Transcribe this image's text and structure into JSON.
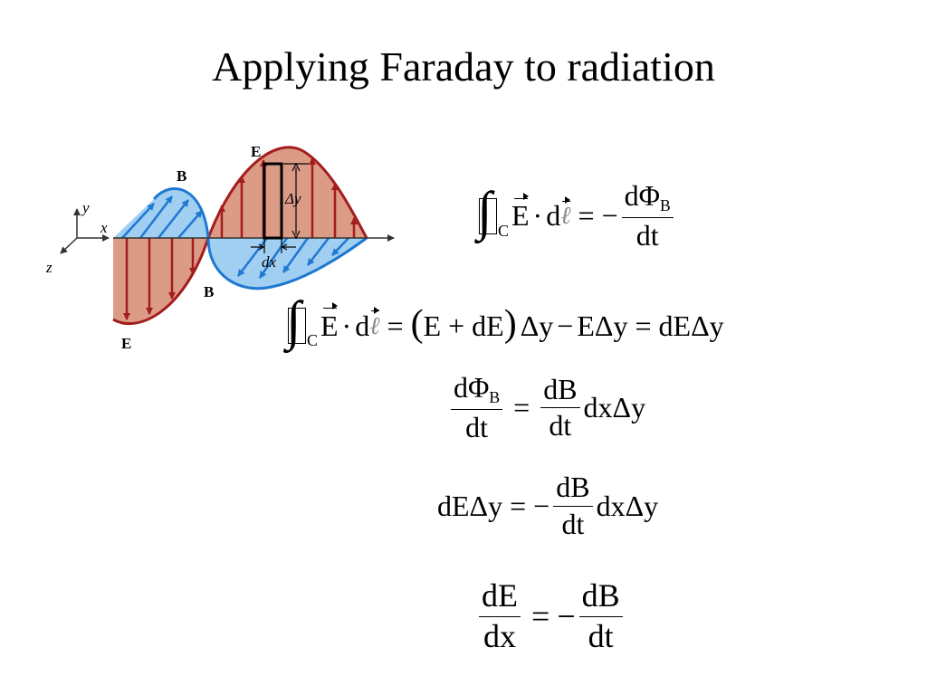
{
  "slide": {
    "title": "Applying Faraday to radiation"
  },
  "figure": {
    "labels": {
      "e_top": "E",
      "e_bottom": "E",
      "b_top": "B",
      "b_bottom": "B",
      "axis_y": "y",
      "axis_x": "x",
      "axis_z": "z",
      "delta_y": "Δy",
      "dx": "dx"
    },
    "colors": {
      "e_fill": "#dc9b86",
      "e_line": "#a31d1d",
      "b_fill": "#8fc7f0",
      "b_line": "#1f78d1"
    }
  },
  "equations": {
    "eq1": {
      "contour_sub": "C",
      "lhs_e": "E",
      "dot": "·",
      "d": "d",
      "ell": "ℓ",
      "equals": "=",
      "minus": "−",
      "num": "dΦ",
      "num_sub": "B",
      "den": "dt"
    },
    "eq2": {
      "contour_sub": "C",
      "lhs_e": "E",
      "dot": "·",
      "d": "d",
      "ell": "ℓ",
      "equals1": "=",
      "lparen": "(",
      "inner": "E + dE",
      "rparen": ")",
      "term1": "Δy",
      "minus": "−",
      "term2": "EΔy",
      "equals2": "=",
      "rhs": "dEΔy"
    },
    "eq3": {
      "num": "dΦ",
      "num_sub": "B",
      "den": "dt",
      "equals": "=",
      "num2": "dB",
      "den2": "dt",
      "tail": "dxΔy"
    },
    "eq4": {
      "lhs": "dEΔy",
      "equals": "=",
      "minus": "−",
      "num": "dB",
      "den": "dt",
      "tail": "dxΔy"
    },
    "eq5": {
      "num1": "dE",
      "den1": "dx",
      "equals": "=",
      "minus": "−",
      "num2": "dB",
      "den2": "dt"
    }
  }
}
